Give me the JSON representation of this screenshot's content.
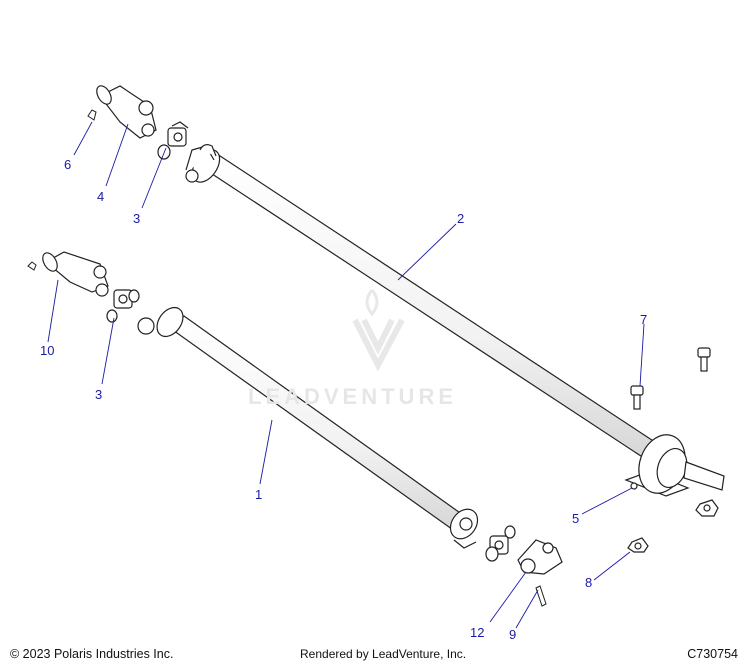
{
  "diagram": {
    "callouts": [
      {
        "id": "c1",
        "label": "1"
      },
      {
        "id": "c2",
        "label": "2"
      },
      {
        "id": "c3a",
        "label": "3"
      },
      {
        "id": "c3b",
        "label": "3"
      },
      {
        "id": "c4",
        "label": "4"
      },
      {
        "id": "c5",
        "label": "5"
      },
      {
        "id": "c6",
        "label": "6"
      },
      {
        "id": "c7",
        "label": "7"
      },
      {
        "id": "c8",
        "label": "8"
      },
      {
        "id": "c9",
        "label": "9"
      },
      {
        "id": "c10",
        "label": "10"
      },
      {
        "id": "c12",
        "label": "12"
      }
    ]
  },
  "watermark": {
    "text": "LEADVENTURE"
  },
  "footer": {
    "copyright": "© 2023 Polaris Industries Inc.",
    "rendered_by": "Rendered by LeadVenture, Inc.",
    "diagram_id": "C730754"
  }
}
